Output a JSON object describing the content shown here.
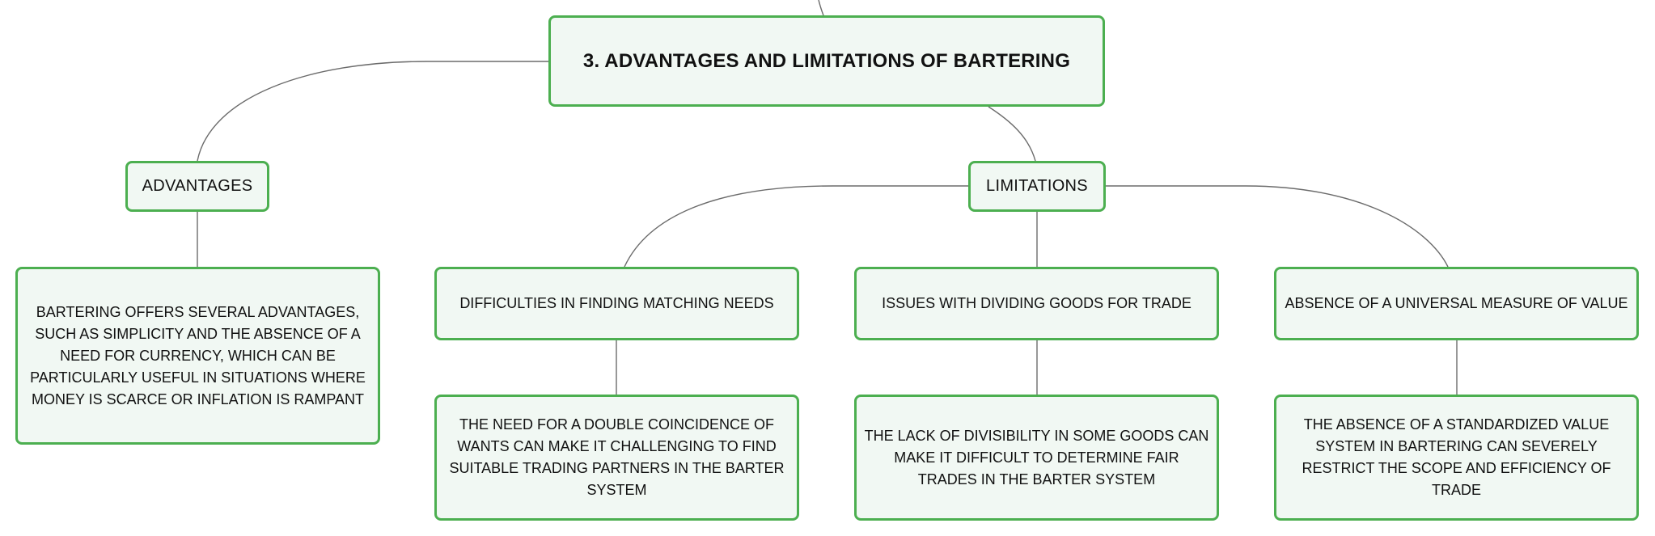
{
  "root": {
    "title": "3. ADVANTAGES AND LIMITATIONS OF BARTERING"
  },
  "advantages": {
    "label": "ADVANTAGES",
    "description": "BARTERING OFFERS SEVERAL ADVANTAGES, SUCH AS SIMPLICITY AND THE ABSENCE OF A NEED FOR CURRENCY, WHICH CAN BE PARTICULARLY USEFUL IN SITUATIONS WHERE MONEY IS SCARCE OR INFLATION IS RAMPANT"
  },
  "limitations": {
    "label": "LIMITATIONS",
    "items": [
      {
        "label": "DIFFICULTIES IN FINDING MATCHING NEEDS",
        "description": "THE NEED FOR A DOUBLE COINCIDENCE OF WANTS CAN MAKE IT CHALLENGING TO FIND SUITABLE TRADING PARTNERS IN THE BARTER SYSTEM"
      },
      {
        "label": "ISSUES WITH DIVIDING GOODS FOR TRADE",
        "description": "THE LACK OF DIVISIBILITY IN SOME GOODS CAN MAKE IT DIFFICULT TO DETERMINE FAIR TRADES IN THE BARTER SYSTEM"
      },
      {
        "label": "ABSENCE OF A UNIVERSAL MEASURE OF VALUE",
        "description": "THE ABSENCE OF A STANDARDIZED VALUE SYSTEM IN BARTERING CAN SEVERELY RESTRICT THE SCOPE AND EFFICIENCY OF TRADE"
      }
    ]
  },
  "colors": {
    "node_border": "#4caf50",
    "node_fill": "#f1f8f3",
    "connector": "#6b6b6b",
    "text": "#111111"
  }
}
